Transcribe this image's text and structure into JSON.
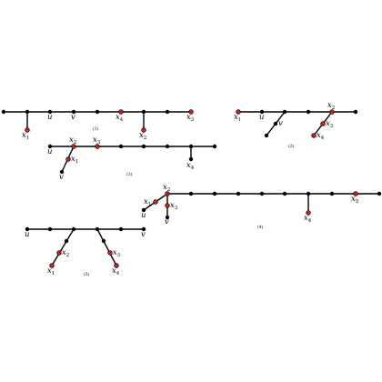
{
  "captions": {
    "c1": "(1)",
    "c2": "(2)",
    "c3": "(3)",
    "c4": "(4)",
    "c5": "(5)"
  },
  "labels": {
    "u": "u",
    "v": "v",
    "x": "x",
    "one": "1",
    "two": "2",
    "three": "3",
    "four": "4",
    "five": "5"
  },
  "colors": {
    "edge": "#000000",
    "vertex": "#000000",
    "marked_vertex": "#c81e1e"
  }
}
